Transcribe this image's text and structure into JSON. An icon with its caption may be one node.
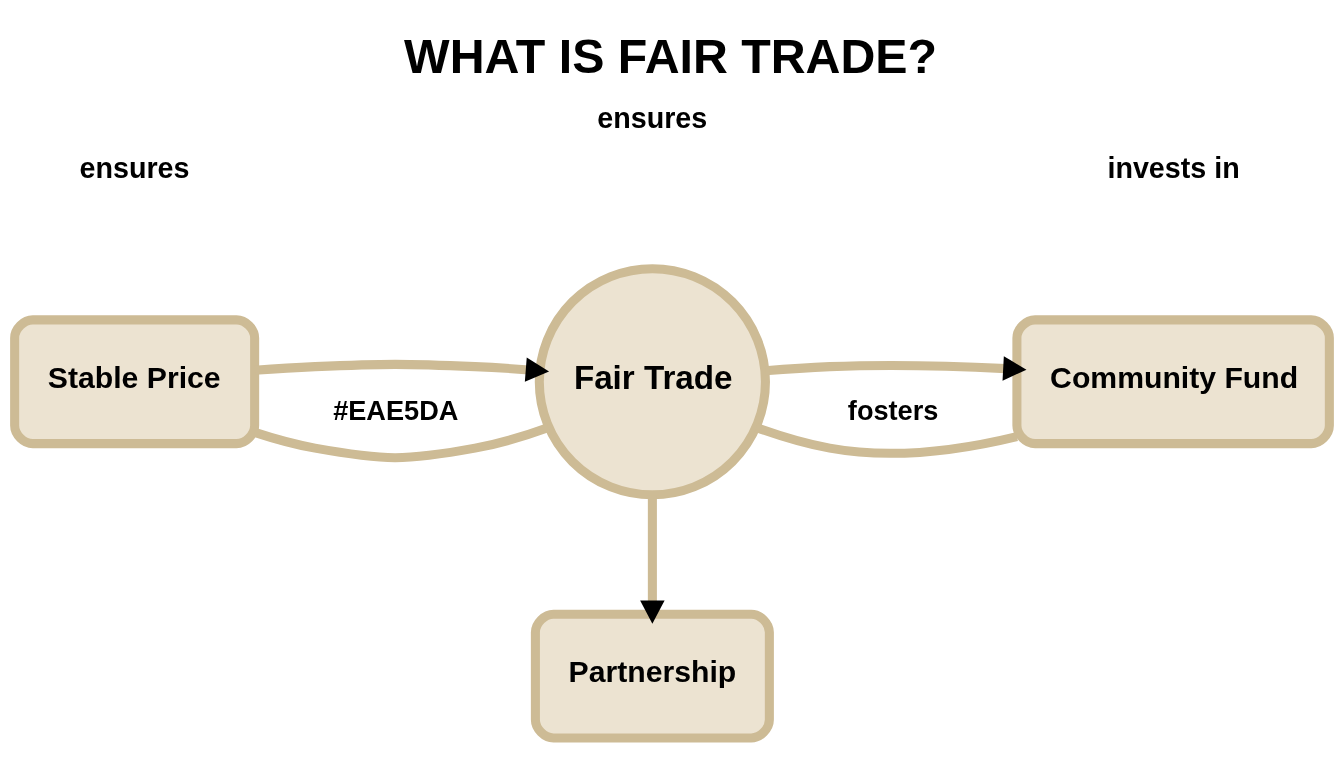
{
  "diagram": {
    "title": "WHAT IS FAIR TRADE?",
    "nodes": [
      {
        "text": [
          "Stable Price"
        ]
      },
      {
        "text": [
          "Fair Trade"
        ]
      },
      {
        "text": [
          "Community Fund"
        ]
      },
      {
        "text": [
          "Partnership"
        ]
      }
    ],
    "edges": [
      {
        "from": 0,
        "to": 1,
        "arrow": "to"
      },
      {
        "from": 1,
        "to": 2,
        "arrow": "to"
      },
      {
        "from": 0,
        "to": 1,
        "arrow": "none",
        "label": "#EAE5DA"
      },
      {
        "from": 1,
        "to": 2,
        "arrow": "none",
        "label": "fosters"
      },
      {
        "from": 1,
        "to": 3,
        "arrow": "to"
      }
    ],
    "labels": [
      "ensures",
      "invests in",
      "ensures"
    ]
  }
}
